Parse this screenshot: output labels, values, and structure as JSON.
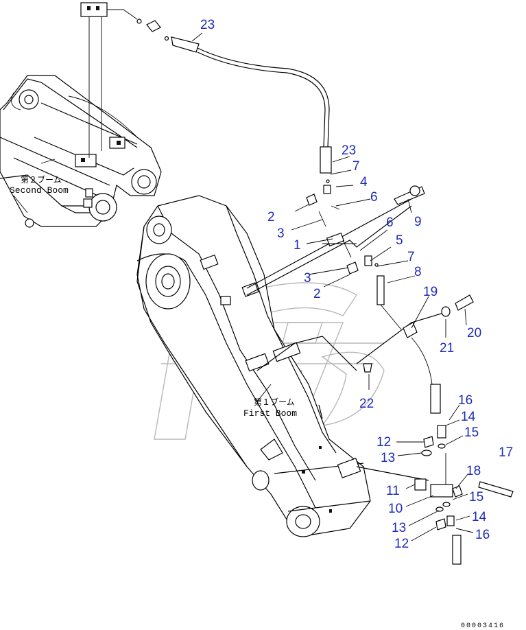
{
  "diagram": {
    "callouts": [
      {
        "id": "c23a",
        "text": "23"
      },
      {
        "id": "c23b",
        "text": "23"
      },
      {
        "id": "c7a",
        "text": "7"
      },
      {
        "id": "c4",
        "text": "4"
      },
      {
        "id": "c6a",
        "text": "6"
      },
      {
        "id": "c2a",
        "text": "2"
      },
      {
        "id": "c3a",
        "text": "3"
      },
      {
        "id": "c9",
        "text": "9"
      },
      {
        "id": "c6b",
        "text": "6"
      },
      {
        "id": "c1",
        "text": "1"
      },
      {
        "id": "c5",
        "text": "5"
      },
      {
        "id": "c7b",
        "text": "7"
      },
      {
        "id": "c3b",
        "text": "3"
      },
      {
        "id": "c8",
        "text": "8"
      },
      {
        "id": "c2b",
        "text": "2"
      },
      {
        "id": "c19",
        "text": "19"
      },
      {
        "id": "c20",
        "text": "20"
      },
      {
        "id": "c21",
        "text": "21"
      },
      {
        "id": "c22",
        "text": "22"
      },
      {
        "id": "c16a",
        "text": "16"
      },
      {
        "id": "c14a",
        "text": "14"
      },
      {
        "id": "c15a",
        "text": "15"
      },
      {
        "id": "c12a",
        "text": "12"
      },
      {
        "id": "c17",
        "text": "17"
      },
      {
        "id": "c13a",
        "text": "13"
      },
      {
        "id": "c18",
        "text": "18"
      },
      {
        "id": "c11",
        "text": "11"
      },
      {
        "id": "c15b",
        "text": "15"
      },
      {
        "id": "c10",
        "text": "10"
      },
      {
        "id": "c14b",
        "text": "14"
      },
      {
        "id": "c13b",
        "text": "13"
      },
      {
        "id": "c16b",
        "text": "16"
      },
      {
        "id": "c12b",
        "text": "12"
      }
    ],
    "labels": {
      "second_boom_jp": "第２ブーム",
      "second_boom_en": "Second Boom",
      "first_boom_jp": "第１ブーム",
      "first_boom_en": "First Boom",
      "drawing_code": "00003416"
    }
  }
}
